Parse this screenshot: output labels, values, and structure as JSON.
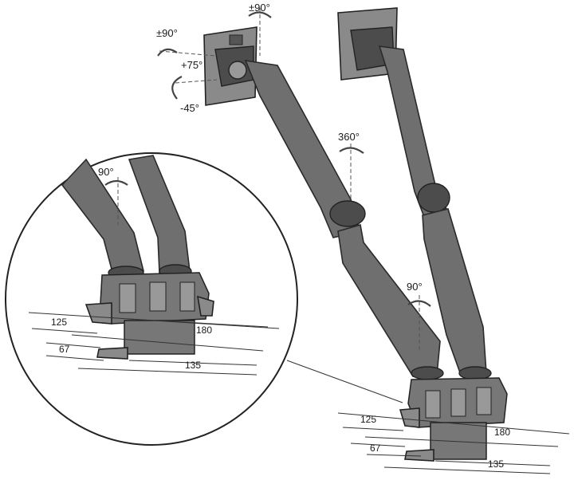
{
  "rotation_labels": {
    "tilt_top": "±90°",
    "tilt_left": "±90°",
    "tilt_up": "+75°",
    "tilt_down": "-45°",
    "swivel": "360°",
    "arm_joint_upper": "90°",
    "arm_joint_lower": "90°"
  },
  "dimensions": {
    "detail": {
      "d125": "125",
      "d180": "180",
      "d67": "67",
      "d135": "135"
    },
    "main": {
      "d125": "125",
      "d180": "180",
      "d67": "67",
      "d135": "135"
    }
  }
}
